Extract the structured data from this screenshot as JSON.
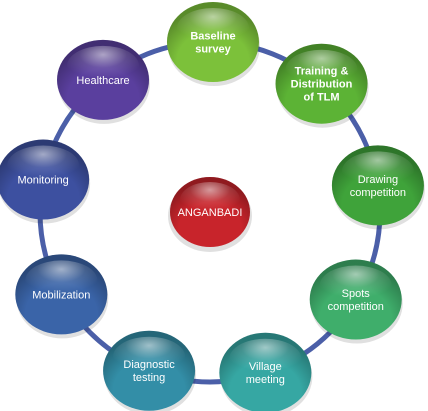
{
  "center": {
    "label": "ANGANBADI",
    "color": "#c8242b"
  },
  "ring_color": "#4b5fa8",
  "nodes": [
    {
      "id": "baseline-survey",
      "lines": [
        "Baseline",
        "survey"
      ],
      "bold": true,
      "color": "#7cc13a"
    },
    {
      "id": "training-distribution-tlm",
      "lines": [
        "Training &",
        "Distribution",
        "of TLM"
      ],
      "bold": true,
      "color": "#5cb335"
    },
    {
      "id": "drawing-competition",
      "lines": [
        "Drawing",
        "competition"
      ],
      "bold": false,
      "color": "#3fa33a"
    },
    {
      "id": "spots-competition",
      "lines": [
        "Spots",
        "competition"
      ],
      "bold": false,
      "color": "#3fae6b"
    },
    {
      "id": "village-meeting",
      "lines": [
        "Village",
        "meeting"
      ],
      "bold": false,
      "color": "#36a7a3"
    },
    {
      "id": "diagnostic-testing",
      "lines": [
        "Diagnostic",
        "testing"
      ],
      "bold": false,
      "color": "#338ea7"
    },
    {
      "id": "mobilization",
      "lines": [
        "Mobilization"
      ],
      "bold": false,
      "color": "#3a64a8"
    },
    {
      "id": "monitoring",
      "lines": [
        "Monitoring"
      ],
      "bold": false,
      "color": "#3d50a0"
    },
    {
      "id": "healthcare",
      "lines": [
        "Healthcare"
      ],
      "bold": false,
      "color": "#5a3f9e"
    }
  ]
}
